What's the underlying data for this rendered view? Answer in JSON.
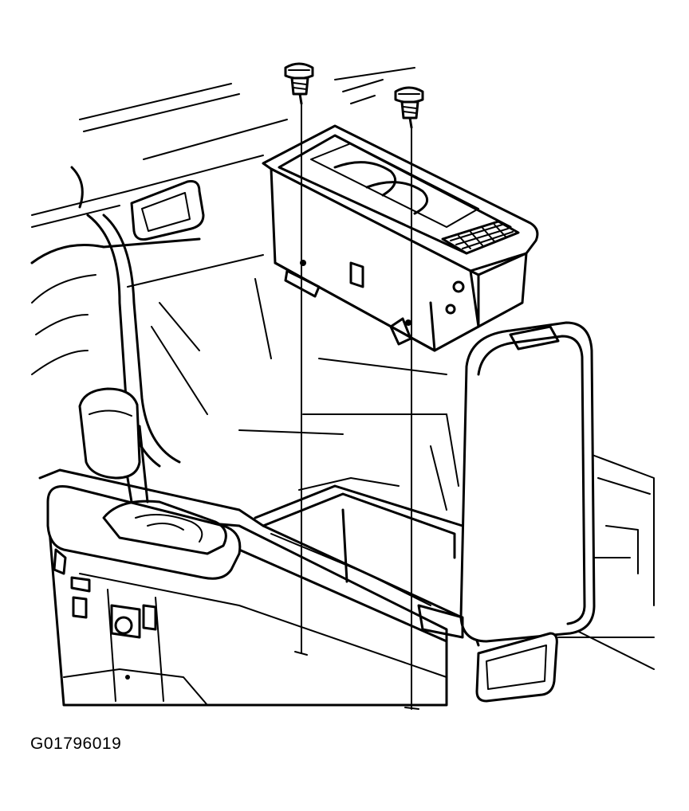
{
  "figure": {
    "id_label": "G01796019"
  },
  "diagram_parts": [
    {
      "name": "screw",
      "count": 2
    },
    {
      "name": "storage-tray",
      "count": 1
    },
    {
      "name": "armrest",
      "count": 1
    },
    {
      "name": "floor-console",
      "count": 1
    },
    {
      "name": "shift-lever",
      "count": 1
    }
  ]
}
